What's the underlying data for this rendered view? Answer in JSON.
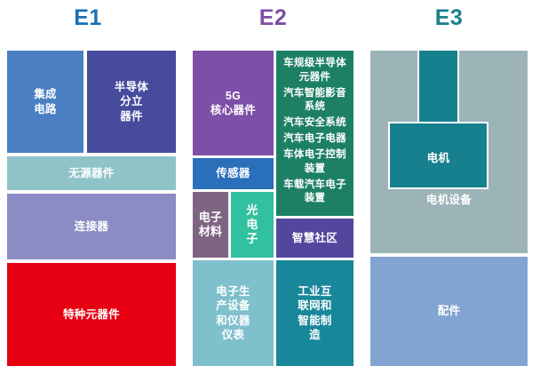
{
  "figure": {
    "title": "",
    "background": "#ffffff"
  },
  "columns": [
    {
      "id": "E1",
      "header_label": "E1",
      "header_color": "#1a6fb5",
      "tiles": [
        {
          "name": "integrated-circuits",
          "label": "集成\n电路",
          "color": "#4a7fc1"
        },
        {
          "name": "semiconductor-discrete-devices",
          "label": "半导体\n分立\n器件",
          "color": "#474b9e"
        },
        {
          "name": "passive-components",
          "label": "无源器件",
          "color": "#8fc3c8"
        },
        {
          "name": "connectors",
          "label": "连接器",
          "color": "#8b8cc4"
        },
        {
          "name": "special-components",
          "label": "特种元器件",
          "color": "#e60012"
        }
      ]
    },
    {
      "id": "E2",
      "header_label": "E2",
      "header_color": "#7d4fa8",
      "tiles": [
        {
          "name": "5g-core-components",
          "label": "5G\n核心器件",
          "color": "#7d4fa8"
        },
        {
          "name": "sensors",
          "label": "传感器",
          "color": "#2a6fba"
        },
        {
          "name": "electronic-materials",
          "label": "电子\n材料",
          "color": "#7e6482"
        },
        {
          "name": "optoelectronics",
          "label": "光\n电\n子",
          "color": "#31c0a0"
        },
        {
          "name": "automotive-electronics",
          "label": "",
          "color": "#1d8065",
          "lines": [
            "车规级半导体\n元器件",
            "汽车智能影音\n系统",
            "汽车安全系统",
            "汽车电子电器",
            "车体电子控制\n装置",
            "车载汽车电子\n装置"
          ]
        },
        {
          "name": "smart-community",
          "label": "智慧社区",
          "color": "#52479d"
        },
        {
          "name": "electronic-production-equipment",
          "label": "电子生\n产设备\n和仪器\n仪表",
          "color": "#7ec0cb"
        },
        {
          "name": "industrial-internet-smart-manufacturing",
          "label": "工业互\n联网和\n智能制\n造",
          "color": "#19879a"
        }
      ]
    },
    {
      "id": "E3",
      "header_label": "E3",
      "header_color": "#18808f",
      "tiles": [
        {
          "name": "motor-equipment",
          "label": "电机设备",
          "color": "#9cb4b8"
        },
        {
          "name": "motor",
          "label": "电机",
          "color": "#17808f"
        },
        {
          "name": "accessories",
          "label": "配件",
          "color": "#82a4d2"
        }
      ]
    }
  ]
}
